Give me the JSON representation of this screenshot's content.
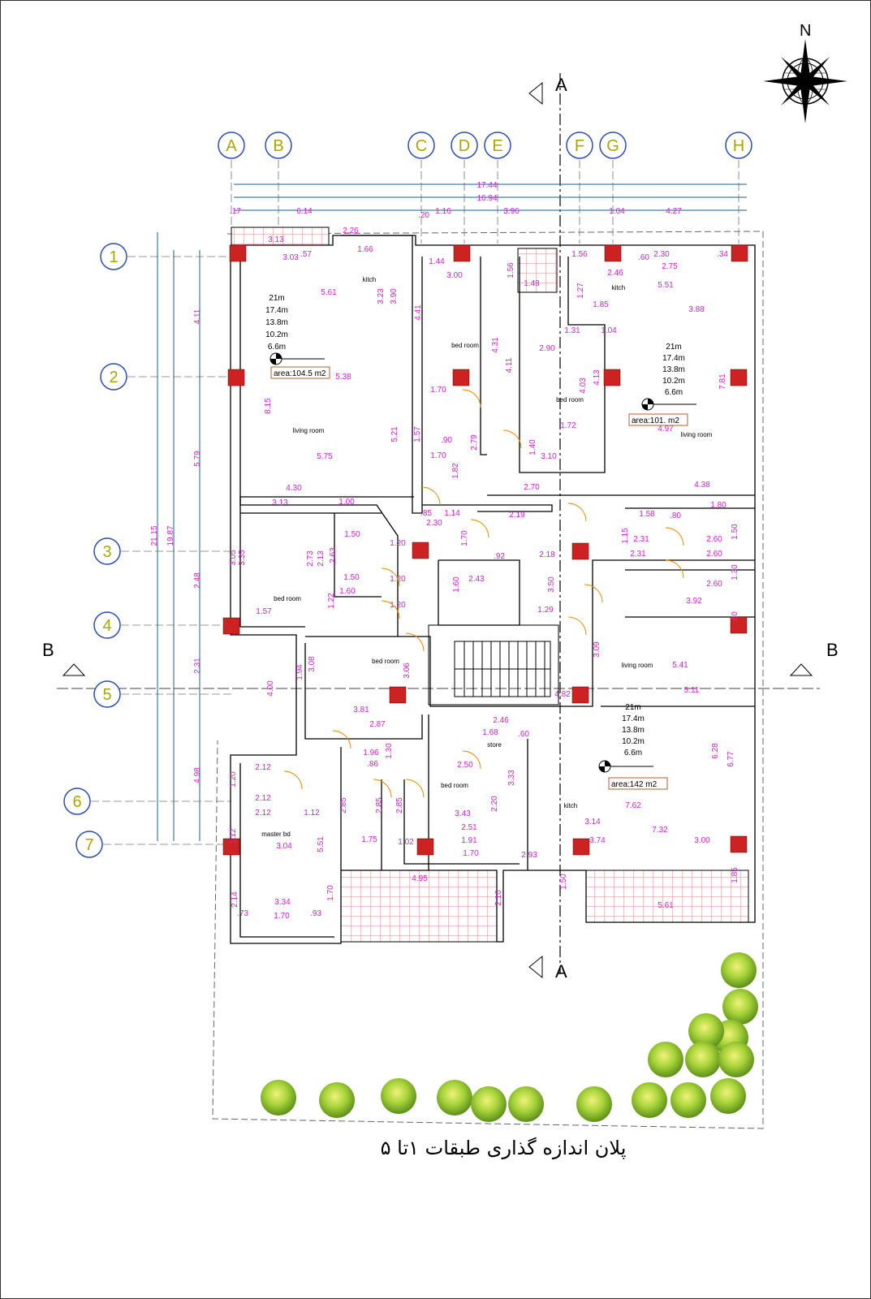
{
  "title": "پلان اندازه گذاری طبقات ۱تا ۵",
  "compass": {
    "north_label": "N"
  },
  "sections": {
    "a_top": "A",
    "a_bottom": "A",
    "b_left": "B",
    "b_right": "B"
  },
  "grid_columns": [
    "A",
    "B",
    "C",
    "D",
    "E",
    "F",
    "G",
    "H"
  ],
  "grid_rows": [
    "1",
    "2",
    "3",
    "4",
    "5",
    "6",
    "7"
  ],
  "rooms": [
    "kitch",
    "bed room",
    "bed room",
    "living room",
    "living room",
    "bed room",
    "bed room",
    "living room",
    "store",
    "bed room",
    "kitch",
    "master bd",
    "kitch"
  ],
  "units": [
    {
      "levels": [
        "21m",
        "17.4m",
        "13.8m",
        "10.2m",
        "6.6m"
      ],
      "area": "area:104.5 m2"
    },
    {
      "levels": [
        "21m",
        "17.4m",
        "13.8m",
        "10.2m",
        "6.6m"
      ],
      "area": "area:101. m2"
    },
    {
      "levels": [
        "21m",
        "17.4m",
        "13.8m",
        "10.2m",
        "6.6m"
      ],
      "area": "area:142 m2"
    }
  ],
  "dimensions": [
    "17.44",
    "16.94",
    ".17",
    "6.14",
    ".20",
    "1.16",
    "3.96",
    "1.04",
    "4.27",
    "2.26",
    "3.13",
    "3.03",
    ".57",
    "1.66",
    "1.44",
    "1.56",
    "2.30",
    "2.75",
    ".34",
    ".60",
    "3.00",
    "2.46",
    "5.51",
    "1.48",
    "5.61",
    "3.88",
    "1.85",
    "1.31",
    "1.04",
    "2.90",
    "5.38",
    "1.70",
    "1.72",
    "4.97",
    ".90",
    "1.70",
    "5.75",
    "3.10",
    "2.70",
    "4.38",
    "4.30",
    "3.13",
    "1.00",
    "1.14",
    ".85",
    "2.30",
    "2.19",
    "1.58",
    "1.80",
    ".80",
    "1.50",
    "2.31",
    "2.60",
    ".92",
    "2.18",
    "1.20",
    "2.31",
    "2.60",
    "2.43",
    "1.50",
    "1.20",
    "1.60",
    "2.60",
    "1.29",
    "1.20",
    "3.92",
    "1.57",
    "5.41",
    "3.81",
    "4.82",
    "5.11",
    "2.87",
    "2.46",
    "1.68",
    ".60",
    "1.96",
    ".86",
    "2.50",
    "3.43",
    "2.12",
    "2.12",
    "2.12",
    "1.12",
    "7.62",
    "3.14",
    "7.32",
    "3.00",
    "3.74",
    "1.75",
    "1.02",
    "1.70",
    "2.51",
    "1.91",
    "3.04",
    "4.95",
    "2.93",
    "5.61",
    "3.34",
    "1.70",
    ".73",
    ".93",
    "4.11",
    "5.79",
    "2.48",
    "2.31",
    "4.98",
    "21.15",
    "19.87",
    "3.23",
    "3.90",
    "4.41",
    "4.31",
    "4.11",
    "4.03",
    "4.13",
    "7.81",
    "8.15",
    "5.21",
    "1.57",
    "2.79",
    "1.82",
    "1.40",
    "1.56",
    "1.27",
    "3.05",
    "3.35",
    "2.73",
    "2.13",
    "2.63",
    "1.70",
    "3.50",
    "1.60",
    "1.22",
    "1.15",
    "1.50",
    "1.30",
    "4.00",
    "1.94",
    "3.08",
    "3.06",
    "3.09",
    "6.28",
    "6.77",
    "1.30",
    "2.85",
    "2.85",
    "2.85",
    "5.51",
    "2.20",
    "3.33",
    "1.70",
    "2.14",
    "1.50",
    "1.85",
    "2.10",
    "1.20",
    "1.12",
    ".60"
  ],
  "colors": {
    "wall": "#000000",
    "column": "#cc2222",
    "dimension": "#d11fd1",
    "dim_line": "#1f5f8f",
    "grid_bubble": "#2a4fb0",
    "hatch": "#d88a8a",
    "door": "#f08c00"
  }
}
